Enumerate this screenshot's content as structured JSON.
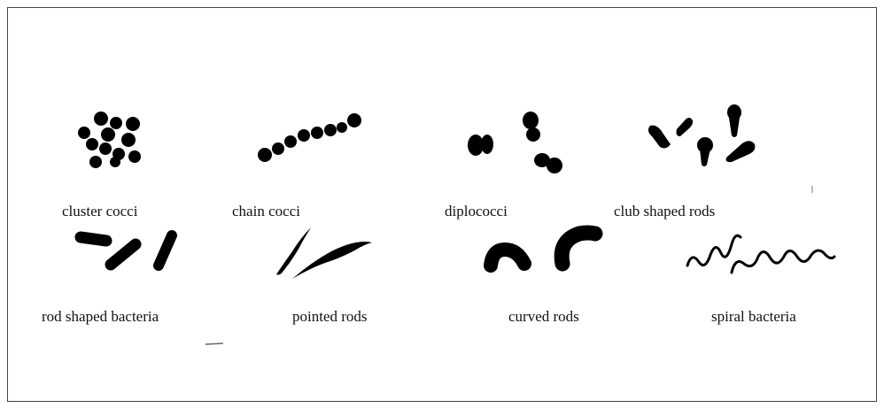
{
  "labels": {
    "cluster_cocci": "cluster cocci",
    "chain_cocci": "chain cocci",
    "diplococci": "diplococci",
    "club_shaped_rods": "club shaped rods",
    "rod_shaped_bacteria": "rod shaped bacteria",
    "pointed_rods": "pointed rods",
    "curved_rods": "curved rods",
    "spiral_bacteria": "spiral bacteria"
  },
  "colors": {
    "ink": "#000000",
    "border": "#444444"
  }
}
